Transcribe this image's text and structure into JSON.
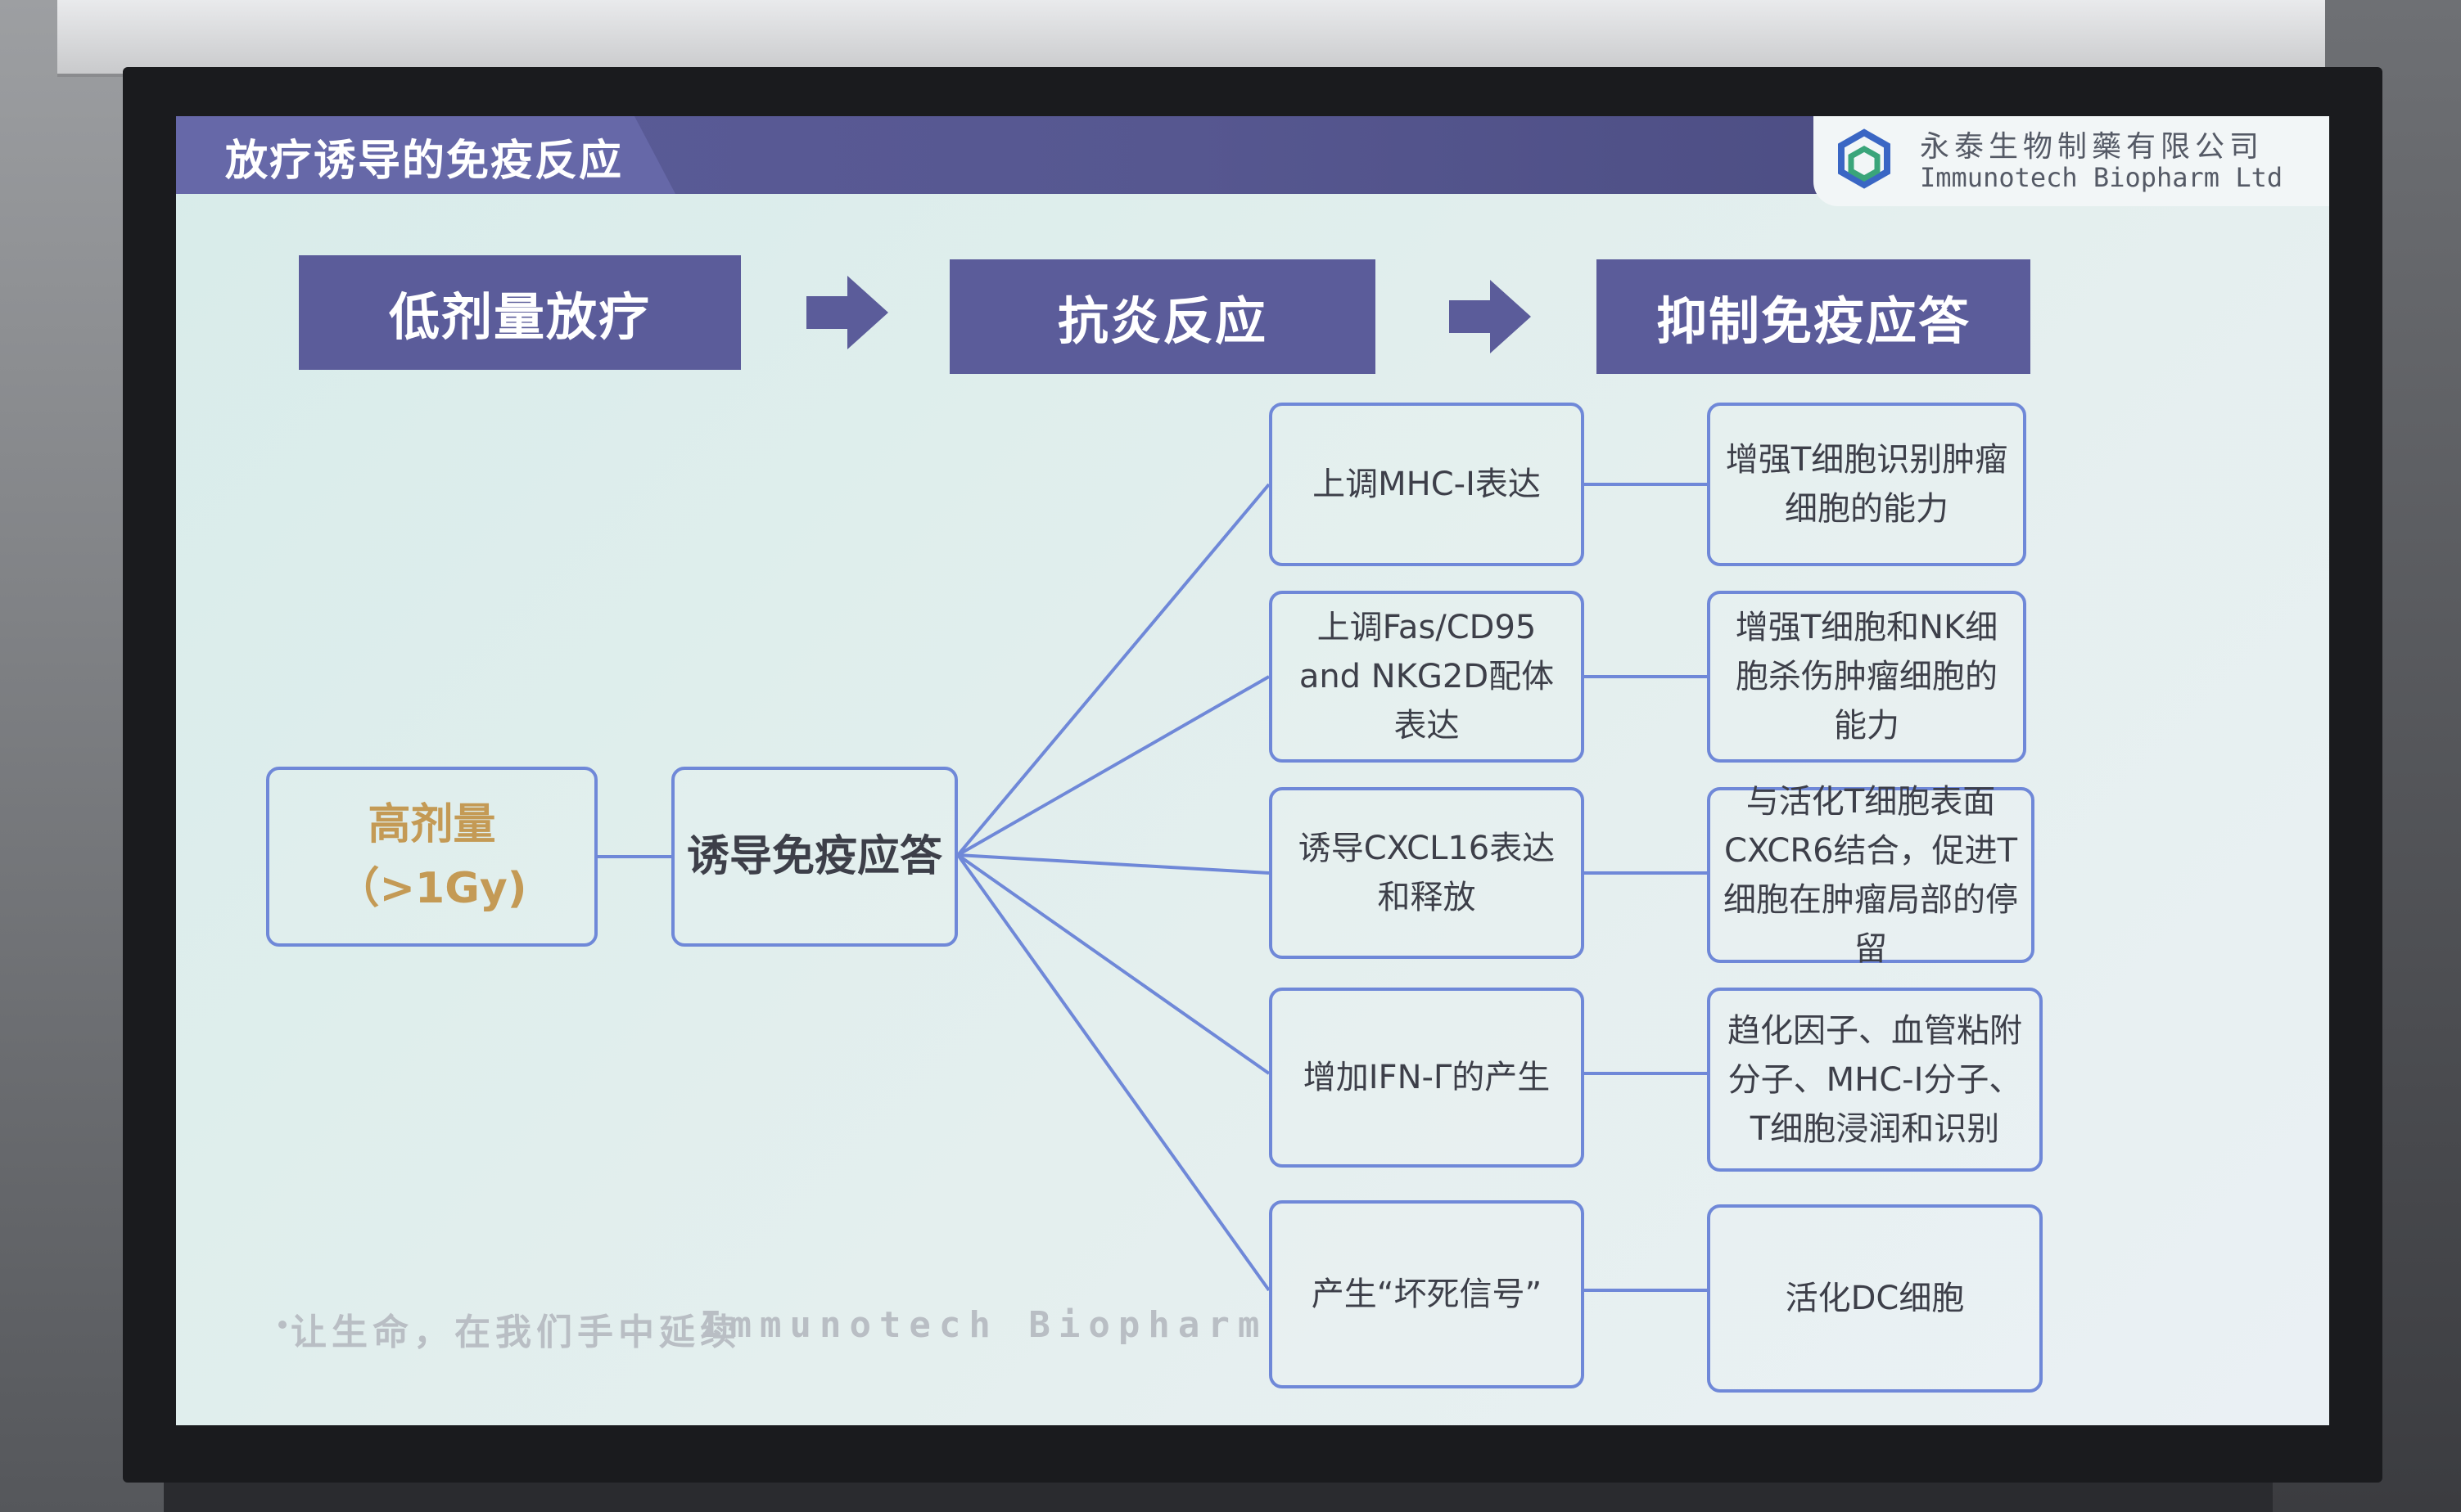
{
  "slide": {
    "title": "放疗诱导的免疫反应",
    "company_cn": "永泰生物制藥有限公司",
    "company_en": "Immunotech Biopharm Ltd",
    "footer_slogan": "让生命，在我们手中延续",
    "footer_brand": "Immunotech Biopharm"
  },
  "header_flow": [
    "低剂量放疗",
    "抗炎反应",
    "抑制免疫应答"
  ],
  "diagram": {
    "root": "高剂量（>1Gy)",
    "hub": "诱导免疫应答",
    "mechanisms": [
      "上调MHC-I表达",
      "上调Fas/CD95 and NKG2D配体表达",
      "诱导CXCL16表达和释放",
      "增加IFN-Γ的产生",
      "产生“坏死信号”"
    ],
    "effects": [
      "增强T细胞识别肿瘤细胞的能力",
      "增强T细胞和NK细胞杀伤肿瘤细胞的能力",
      "与活化T细胞表面CXCR6结合，促进T细胞在肿瘤局部的停留",
      "趋化因子、血管粘附分子、MHC-I分子、T细胞浸润和识别",
      "活化DC细胞"
    ]
  },
  "colors": {
    "header": "#5b5c9a",
    "node_border": "#6f88d8",
    "root_text": "#c49a55"
  }
}
